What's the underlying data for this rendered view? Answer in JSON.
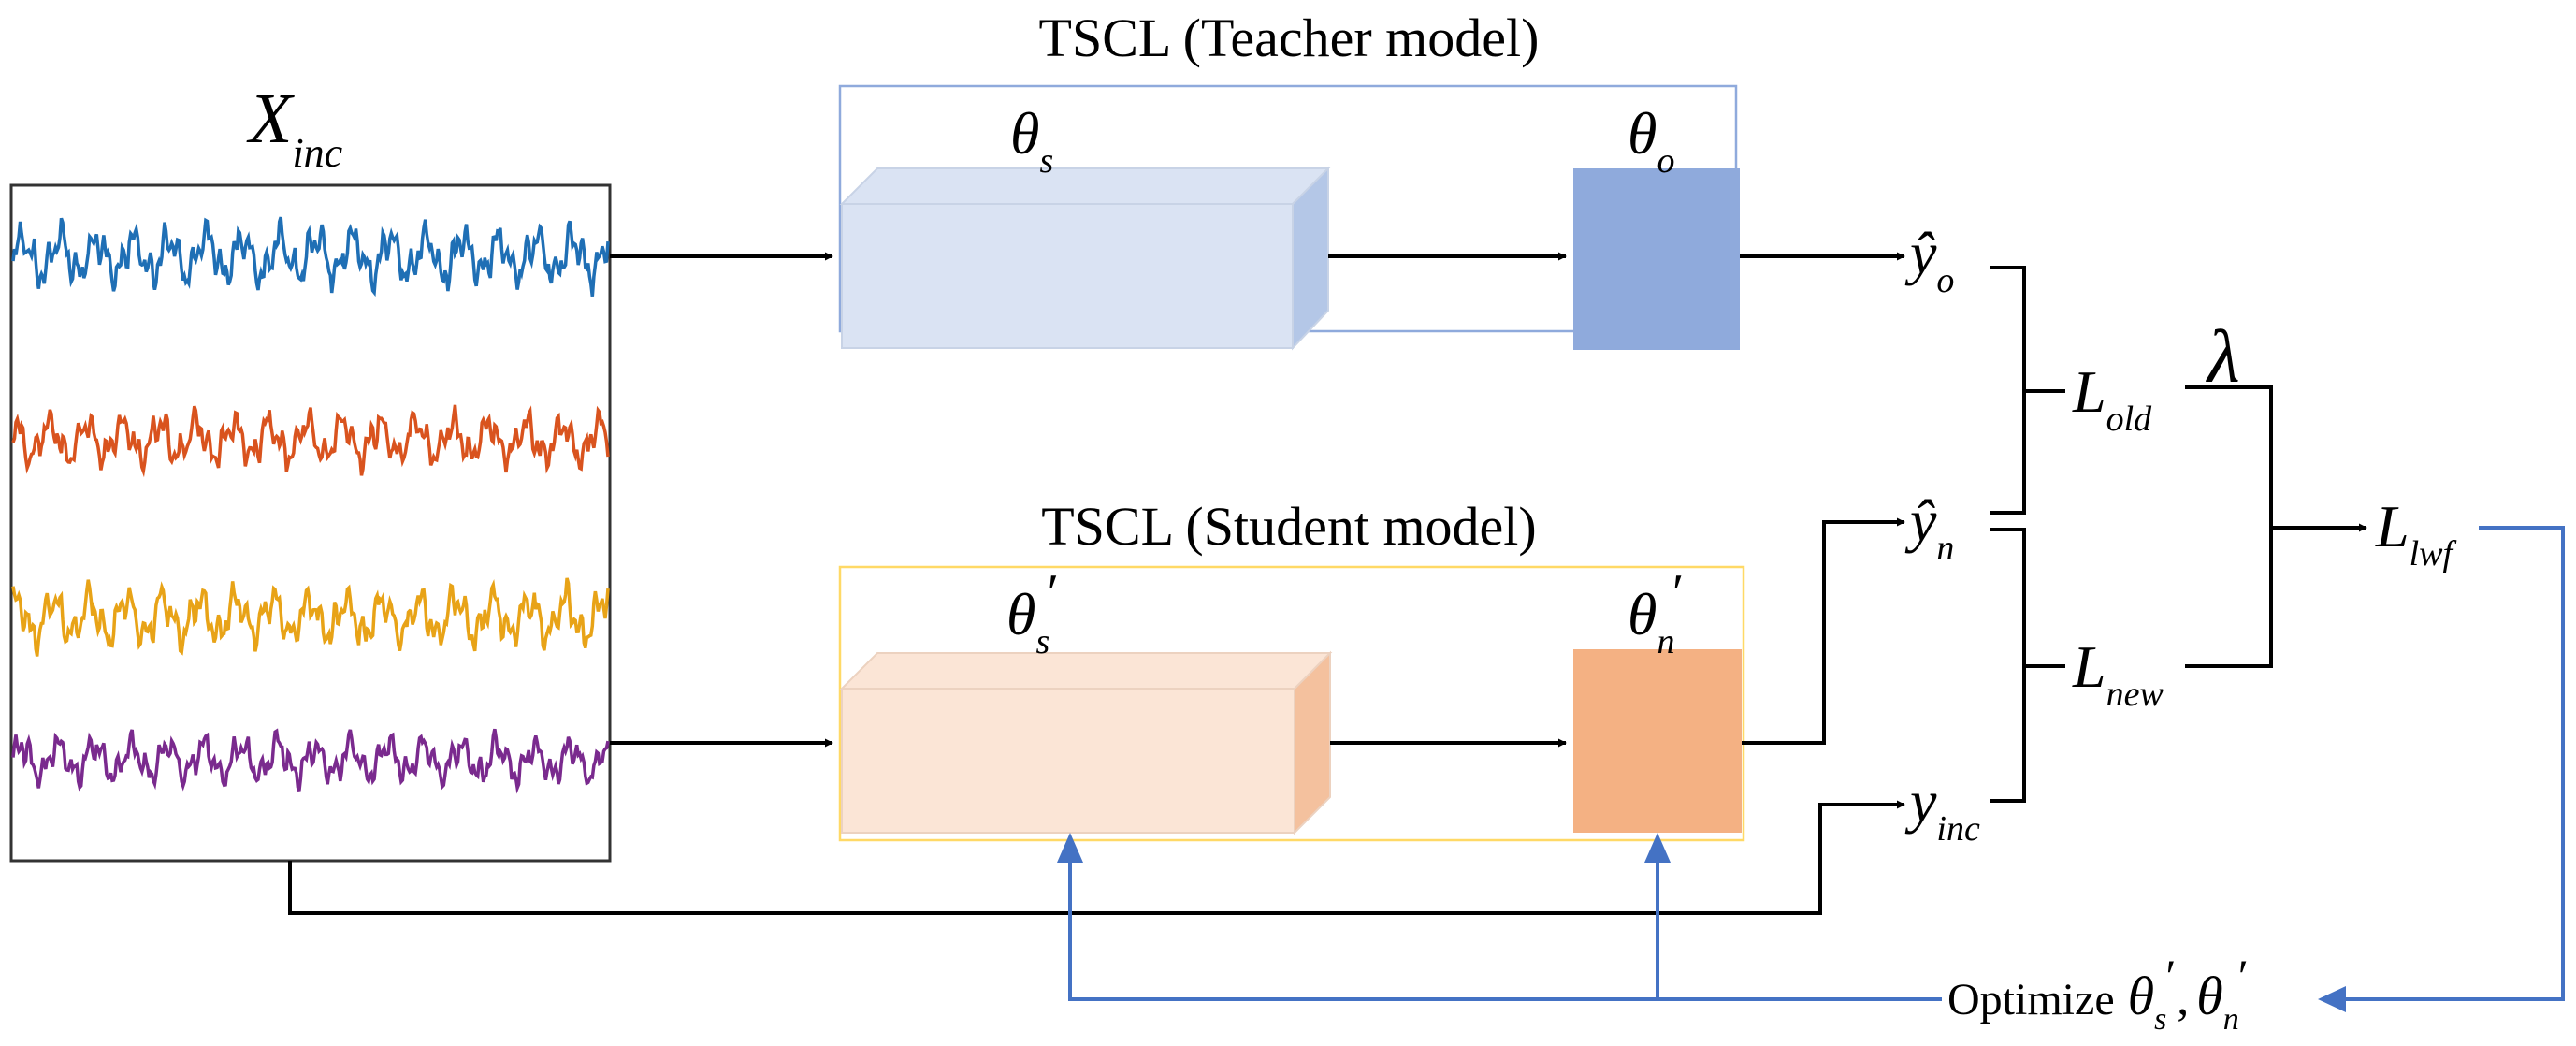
{
  "teacher": {
    "title": "TSCL (Teacher model)",
    "shared_param": {
      "base": "θ",
      "sub": "s"
    },
    "head_param": {
      "base": "θ",
      "sub": "o"
    },
    "output": {
      "base": "ŷ",
      "sub": "o"
    }
  },
  "student": {
    "title": "TSCL (Student model)",
    "shared_param": {
      "base": "θ",
      "sub": "s",
      "prime": "′"
    },
    "head_param": {
      "base": "θ",
      "sub": "n",
      "prime": "′"
    },
    "output": {
      "base": "ŷ",
      "sub": "n"
    }
  },
  "input": {
    "base": "X",
    "sub": "inc"
  },
  "label": {
    "base": "y",
    "sub": "inc"
  },
  "losses": {
    "old": {
      "base": "L",
      "sub": "old"
    },
    "new": {
      "base": "L",
      "sub": "new"
    },
    "total": {
      "base": "L",
      "sub": "lwf"
    },
    "weight": "λ"
  },
  "optimize": {
    "text": "Optimize",
    "p1": {
      "base": "θ",
      "sub": "s",
      "prime": "′"
    },
    "comma": ",",
    "p2": {
      "base": "θ",
      "sub": "n",
      "prime": "′"
    }
  },
  "colors": {
    "signal_1": "#1f6fb5",
    "signal_2": "#d9531e",
    "signal_3": "#e8a317",
    "signal_4": "#7a2a8e",
    "teacher_box_fill": "#dae3f3",
    "teacher_box_side": "#b4c7e7",
    "teacher_head": "#8faadc",
    "teacher_frame": "#8faadc",
    "student_box_fill": "#fbe5d6",
    "student_box_side": "#f4c19e",
    "student_head": "#f4b183",
    "student_frame": "#ffd966",
    "feedback": "#4472c4",
    "line": "#000000"
  }
}
